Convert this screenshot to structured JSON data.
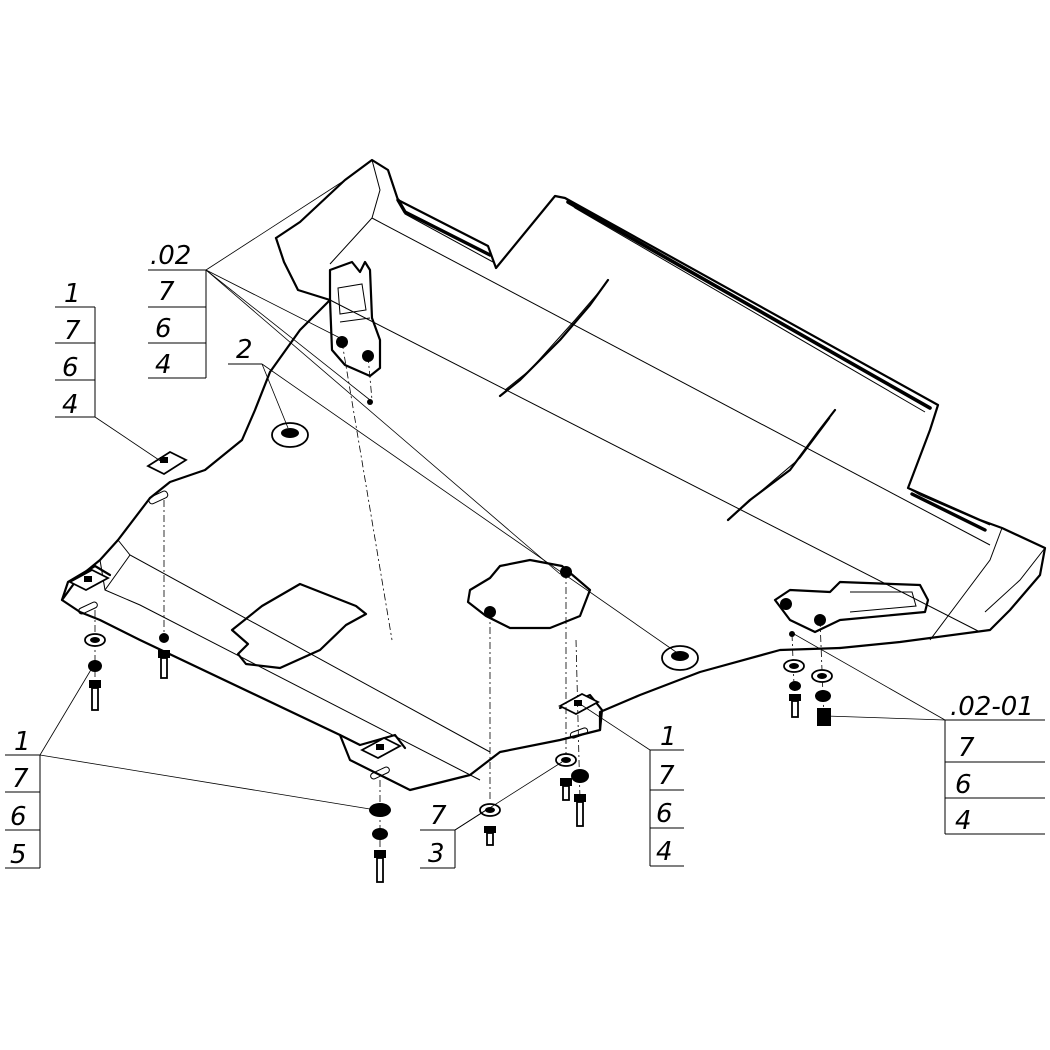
{
  "callouts": {
    "top_left": [
      "1",
      "7",
      "6",
      "4"
    ],
    "top_center": [
      ".02",
      "7",
      "6",
      "4"
    ],
    "part_2": "2",
    "bottom_left": [
      "1",
      "7",
      "6",
      "5"
    ],
    "bottom_center": [
      "7",
      "3"
    ],
    "bottom_right_center": [
      "1",
      "7",
      "6",
      "4"
    ],
    "right": [
      ".02-01",
      "7",
      "6",
      "4"
    ]
  }
}
